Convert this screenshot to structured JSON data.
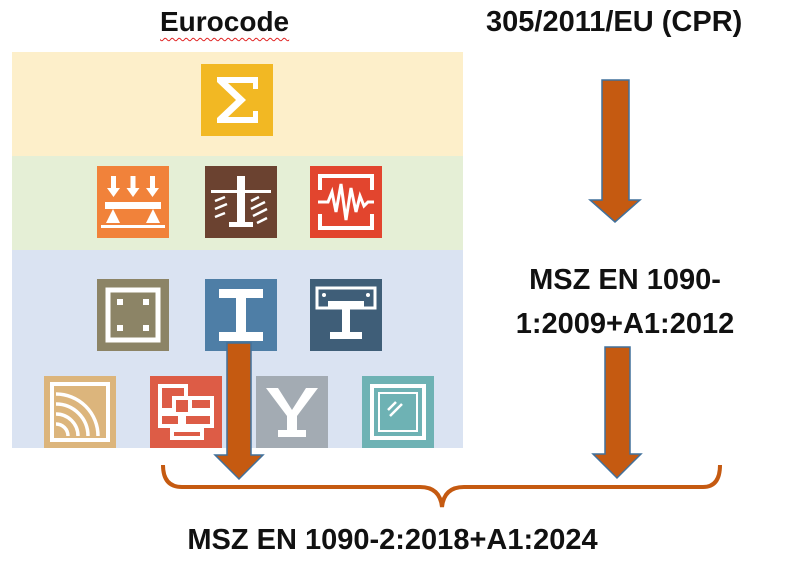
{
  "eurocode": {
    "title": "Eurocode",
    "icons": [
      {
        "name": "en1990-basis-sigma-icon",
        "color": "#f2b823",
        "row": "top"
      },
      {
        "name": "en1991-actions-icon",
        "color": "#f1823a",
        "row": "middle"
      },
      {
        "name": "en1997-geotechnical-icon",
        "color": "#6b4230",
        "row": "middle"
      },
      {
        "name": "en1998-seismic-icon",
        "color": "#e2452e",
        "row": "middle"
      },
      {
        "name": "en1992-concrete-icon",
        "color": "#8c8466",
        "row": "lower"
      },
      {
        "name": "en1993-steel-icon",
        "color": "#4e7ea6",
        "row": "lower"
      },
      {
        "name": "en1994-composite-icon",
        "color": "#3f5e78",
        "row": "lower"
      },
      {
        "name": "en1995-timber-icon",
        "color": "#dcb57c",
        "row": "bottom"
      },
      {
        "name": "en1996-masonry-icon",
        "color": "#dd5c46",
        "row": "bottom"
      },
      {
        "name": "en1999-aluminium-icon",
        "color": "#a3abb3",
        "row": "bottom"
      },
      {
        "name": "glass-icon",
        "color": "#6eb2b4",
        "row": "bottom"
      }
    ]
  },
  "regulation": {
    "label": "305/2011/EU (CPR)"
  },
  "standard_part1": {
    "line1": "MSZ EN 1090-",
    "line2": "1:2009+A1:2012"
  },
  "standard_part2": {
    "label": "MSZ EN 1090-2:2018+A1:2024"
  },
  "colors": {
    "arrow": "#c55a11",
    "arrow_outline": "#41719c",
    "brace": "#c55a11",
    "band_top": "#fdefca",
    "band_middle": "#e5efd6",
    "band_lower": "#dae3f2"
  }
}
